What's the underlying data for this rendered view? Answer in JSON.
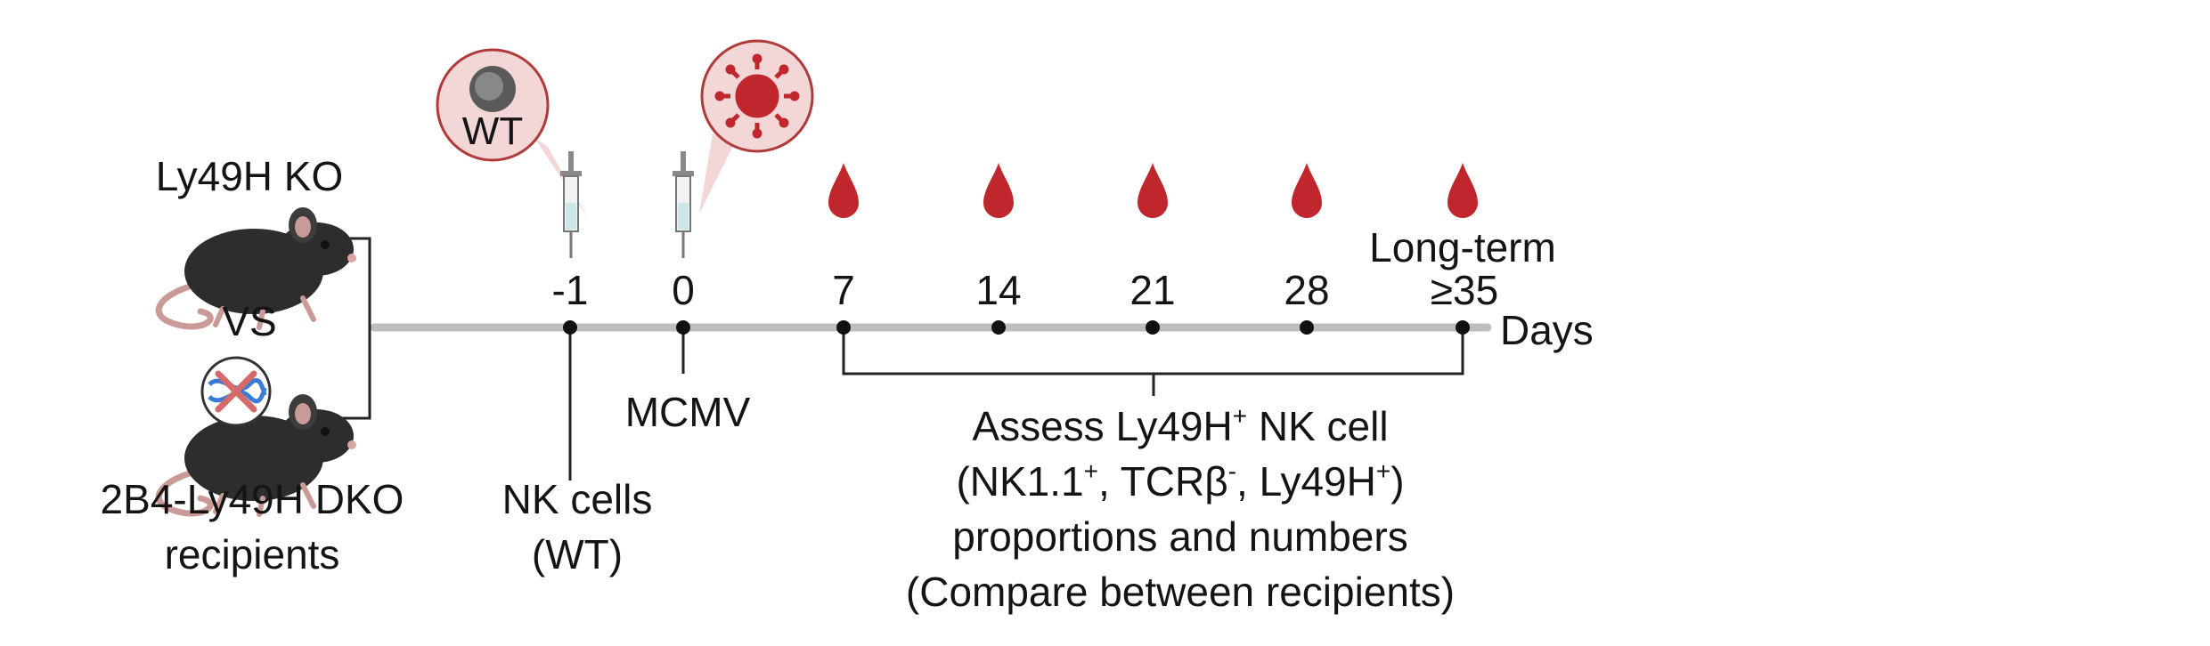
{
  "groups": {
    "top_label": "Ly49H KO",
    "vs_label": "VS",
    "bottom_label_line1": "2B4-Ly49H DKO",
    "bottom_label_line2": "recipients"
  },
  "badges": {
    "wt_cell": "WT"
  },
  "timeline": {
    "ticks": [
      {
        "label": "-1",
        "value": -1
      },
      {
        "label": "0",
        "value": 0
      },
      {
        "label": "7",
        "value": 7
      },
      {
        "label": "14",
        "value": 14
      },
      {
        "label": "21",
        "value": 21
      },
      {
        "label": "28",
        "value": 28
      },
      {
        "label": "≥35",
        "value": 35
      }
    ],
    "longterm_label": "Long-term",
    "unit_label": "Days",
    "blood_draw_days": [
      7,
      14,
      21,
      28,
      35
    ]
  },
  "events": {
    "nk_line1": "NK cells",
    "nk_line2": "(WT)",
    "mcmv": "MCMV"
  },
  "assessment": {
    "line1_prefix": "Assess Ly49H",
    "line1_sup": "+",
    "line1_suffix": " NK cell",
    "line2_a": "(NK1.1",
    "line2_a_sup": "+",
    "line2_b": ", TCRβ",
    "line2_b_sup": "-",
    "line2_c": ", Ly49H",
    "line2_c_sup": "+",
    "line2_d": ")",
    "line3": "proportions and numbers",
    "line4": "(Compare between recipients)"
  },
  "colors": {
    "timeline": "#b8b8b8",
    "blood": "#c0272d",
    "mouse": "#2f2f2f",
    "bubble": "#f3dada",
    "virus": "#c0272d"
  }
}
